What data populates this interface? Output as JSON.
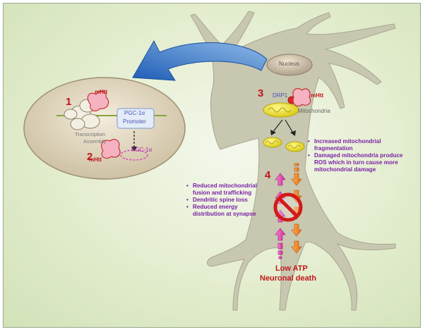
{
  "labels": {
    "nucleus": "Nucleus",
    "drp1": "DRP1",
    "mhtt": "mHtt",
    "mitochondria": "Mitochondria",
    "pgc_promoter_line1": "PGC-1α",
    "pgc_promoter_line2": "Promoter",
    "pgc_protein": "PGC-1α",
    "transcription_line1": "Transcription",
    "transcription_line2": "Assembly",
    "low_atp": "Low ATP",
    "neuronal_death": "Neuronal death"
  },
  "step_numbers": [
    "1",
    "2",
    "3",
    "4"
  ],
  "right_bullets": [
    "Increased mitochondrial fragmentation",
    "Damaged mitochondria produce ROS which in turn cause more mitochondrial damage"
  ],
  "left_bullets": [
    "Reduced mitochondrial fusion and trafficking",
    "Dendritic spine loss",
    "Reduced energy distribution at synapse"
  ],
  "colors": {
    "neuron": "#c8c7b0",
    "mhtt_red": "#c0161b",
    "bullet_purple": "#7a22a6",
    "label_blue": "#4a55b5",
    "arrow_blue": "#2f6fc4",
    "mito_yellow": "#f1e51c"
  }
}
